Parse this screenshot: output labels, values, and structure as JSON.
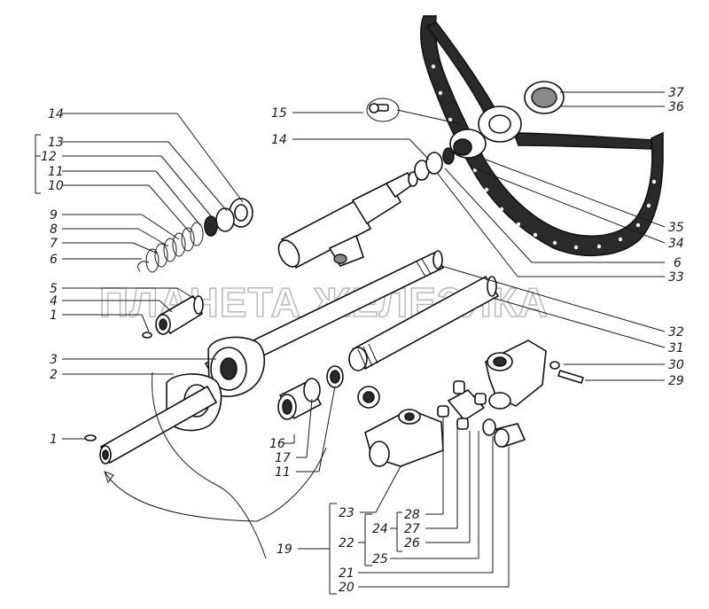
{
  "watermark": "ПЛАНЕТА ЖЕЛЕЗЯКА",
  "callouts": [
    {
      "id": "c14a",
      "text": "14"
    },
    {
      "id": "c13",
      "text": "13"
    },
    {
      "id": "c12",
      "text": "12"
    },
    {
      "id": "c11a",
      "text": "11"
    },
    {
      "id": "c10",
      "text": "10"
    },
    {
      "id": "c9",
      "text": "9"
    },
    {
      "id": "c8",
      "text": "8"
    },
    {
      "id": "c7",
      "text": "7"
    },
    {
      "id": "c6a",
      "text": "6"
    },
    {
      "id": "c5",
      "text": "5"
    },
    {
      "id": "c4",
      "text": "4"
    },
    {
      "id": "c1a",
      "text": "1"
    },
    {
      "id": "c3",
      "text": "3"
    },
    {
      "id": "c2",
      "text": "2"
    },
    {
      "id": "c1b",
      "text": "1"
    },
    {
      "id": "c15",
      "text": "15"
    },
    {
      "id": "c14b",
      "text": "14"
    },
    {
      "id": "c37",
      "text": "37"
    },
    {
      "id": "c36",
      "text": "36"
    },
    {
      "id": "c35",
      "text": "35"
    },
    {
      "id": "c34",
      "text": "34"
    },
    {
      "id": "c6b",
      "text": "6"
    },
    {
      "id": "c33",
      "text": "33"
    },
    {
      "id": "c32",
      "text": "32"
    },
    {
      "id": "c31",
      "text": "31"
    },
    {
      "id": "c30",
      "text": "30"
    },
    {
      "id": "c29",
      "text": "29"
    },
    {
      "id": "c16",
      "text": "16"
    },
    {
      "id": "c17",
      "text": "17"
    },
    {
      "id": "c11b",
      "text": "11"
    },
    {
      "id": "c23",
      "text": "23"
    },
    {
      "id": "c28",
      "text": "28"
    },
    {
      "id": "c27",
      "text": "27"
    },
    {
      "id": "c24",
      "text": "24"
    },
    {
      "id": "c26",
      "text": "26"
    },
    {
      "id": "c19",
      "text": "19"
    },
    {
      "id": "c22",
      "text": "22"
    },
    {
      "id": "c25",
      "text": "25"
    },
    {
      "id": "c21",
      "text": "21"
    },
    {
      "id": "c20",
      "text": "20"
    }
  ]
}
